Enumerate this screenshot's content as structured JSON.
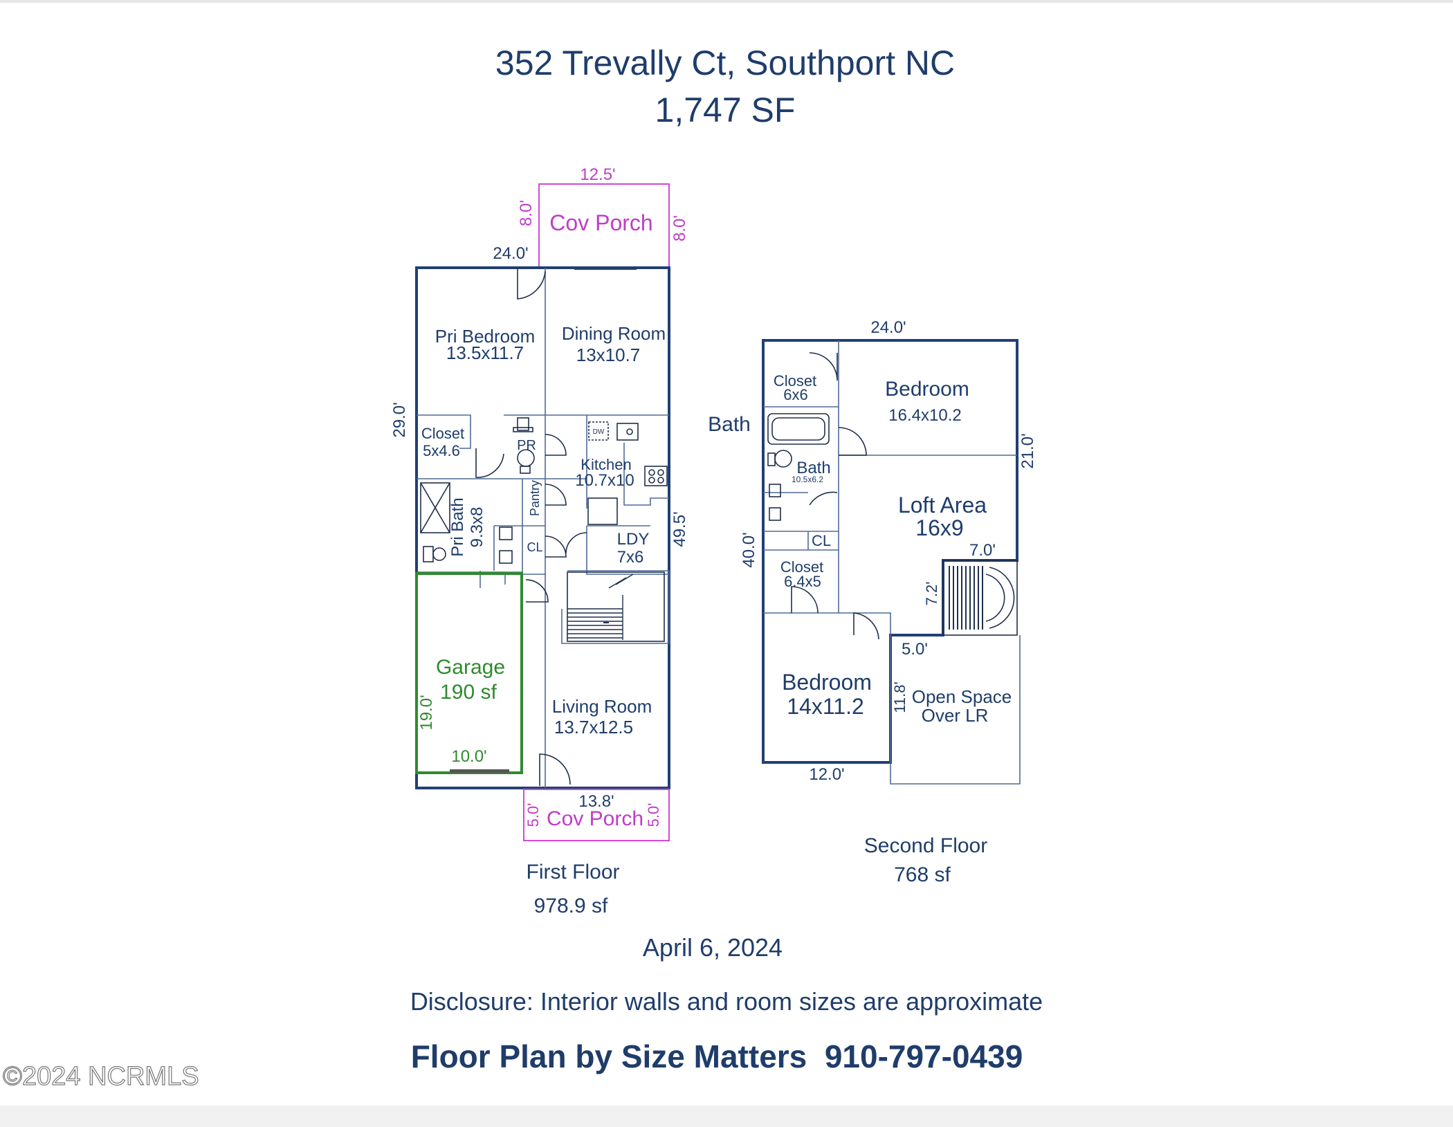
{
  "header": {
    "address": "352 Trevally Ct, Southport NC",
    "total_area": "1,747 SF"
  },
  "first_floor": {
    "label": "First Floor",
    "area": "978.9 sf",
    "dims": {
      "porch_width": "12.5'",
      "porch_depth_left": "8.0'",
      "porch_depth_right": "8.0'",
      "top_width": "24.0'",
      "left_depth": "29.0'",
      "right_depth": "49.5'",
      "garage_depth": "19.0'",
      "garage_width": "10.0'",
      "front_porch_width": "13.8'",
      "front_porch_left": "5.0'",
      "front_porch_right": "5.0'"
    },
    "rooms": {
      "cov_porch_top": "Cov Porch",
      "pri_bedroom_name": "Pri Bedroom",
      "pri_bedroom_size": "13.5x11.7",
      "dining_name": "Dining Room",
      "dining_size": "13x10.7",
      "closet_name": "Closet",
      "closet_size": "5x4.6",
      "pr": "PR",
      "kitchen_name": "Kitchen",
      "kitchen_size": "10.7x10",
      "pantry": "Pantry",
      "pri_bath_name": "Pri Bath",
      "pri_bath_size": "9.3x8",
      "cl": "CL",
      "ldy_name": "LDY",
      "ldy_size": "7x6",
      "garage_name": "Garage",
      "garage_size": "190 sf",
      "living_name": "Living Room",
      "living_size": "13.7x12.5",
      "cov_porch_bottom": "Cov Porch",
      "dw": "DW"
    }
  },
  "second_floor": {
    "label": "Second Floor",
    "area": "768 sf",
    "dims": {
      "top_width": "24.0'",
      "right_depth": "21.0'",
      "left_depth": "40.0'",
      "stair_width": "7.0'",
      "stair_depth": "7.2'",
      "open_width": "5.0'",
      "open_depth": "11.8'",
      "bottom_width": "12.0'"
    },
    "rooms": {
      "bath_label": "Bath",
      "closet_top_name": "Closet",
      "closet_top_size": "6x6",
      "bedroom1_name": "Bedroom",
      "bedroom1_size": "16.4x10.2",
      "bath_name": "Bath",
      "bath_size": "10.5x6.2",
      "loft_name": "Loft Area",
      "loft_size": "16x9",
      "cl": "CL",
      "closet_mid_name": "Closet",
      "closet_mid_size": "6.4x5",
      "bedroom2_name": "Bedroom",
      "bedroom2_size": "14x11.2",
      "open_line1": "Open Space",
      "open_line2": "Over LR"
    }
  },
  "footer": {
    "date": "April 6, 2024",
    "disclosure": "Disclosure: Interior walls and room sizes are approximate",
    "credit": "Floor Plan by Size Matters  910-797-0439",
    "watermark": "©2024 NCRMLS"
  },
  "colors": {
    "text": "#1f3d6b",
    "wall": "#213f74",
    "porch": "#d04ad6",
    "garage": "#2e8b2e"
  }
}
